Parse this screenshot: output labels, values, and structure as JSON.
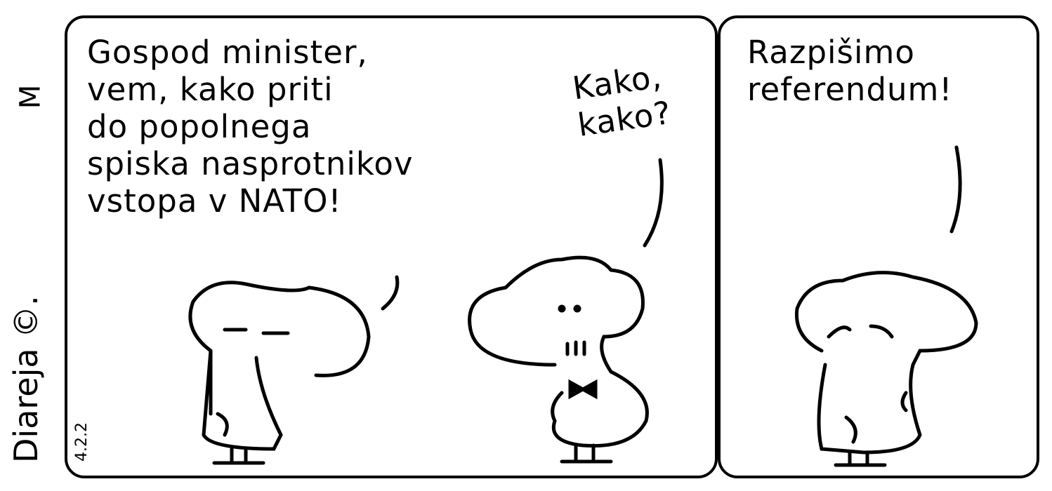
{
  "credit": {
    "author": "Diareja ©.",
    "signature": "M",
    "date": "4.2.2"
  },
  "panels": [
    {
      "speech": [
        "Gospod minister,\nvem, kako priti\ndo popolnega\nspiska nasprotnikov\nvstopa v NATO!",
        "Kako,\nkako?"
      ]
    },
    {
      "speech": [
        "Razpišimo\nreferendum!"
      ]
    }
  ]
}
